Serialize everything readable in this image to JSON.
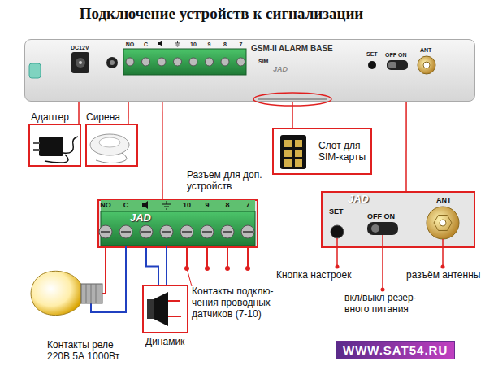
{
  "diagram": {
    "title": "Подключение устройств к сигнализации",
    "nodes": [
      {
        "text": [
          "GSM-II ALARM BASE"
        ]
      },
      {
        "text": [
          "Адаптер"
        ]
      },
      {
        "text": [
          "Сирена"
        ]
      },
      {
        "text": [
          "Разъем для доп. устройств"
        ]
      },
      {
        "text": [
          "Слот для SIM-карты"
        ]
      },
      {
        "text": [
          "SET",
          "OFF ON",
          "ANT"
        ]
      },
      {
        "text": [
          "Динамик"
        ]
      }
    ],
    "edges": [
      {
        "from": 0,
        "to": 1,
        "arrow": "none"
      },
      {
        "from": 0,
        "to": 2,
        "arrow": "none"
      },
      {
        "from": 0,
        "to": 3,
        "arrow": "none"
      },
      {
        "from": 0,
        "to": 4,
        "arrow": "none"
      },
      {
        "from": 0,
        "to": 5,
        "arrow": "none"
      },
      {
        "from": 3,
        "to": 6,
        "arrow": "none"
      }
    ],
    "labels": [
      "DC12V",
      "NO",
      "C",
      "10",
      "9",
      "8",
      "7",
      "SIM",
      "SET",
      "OFF ON",
      "ANT",
      "JAD",
      "NO",
      "C",
      "10",
      "9",
      "8",
      "7",
      "JAD",
      "JAD",
      "Контакты реле 220В 5А 1000Вт",
      "Контакты подклю- чения проводных датчиков (7-10)",
      "Кнопка настроек",
      "вкл/выкл резер- вного питания",
      "разъём антенны",
      "WWW.SAT54.RU"
    ]
  }
}
